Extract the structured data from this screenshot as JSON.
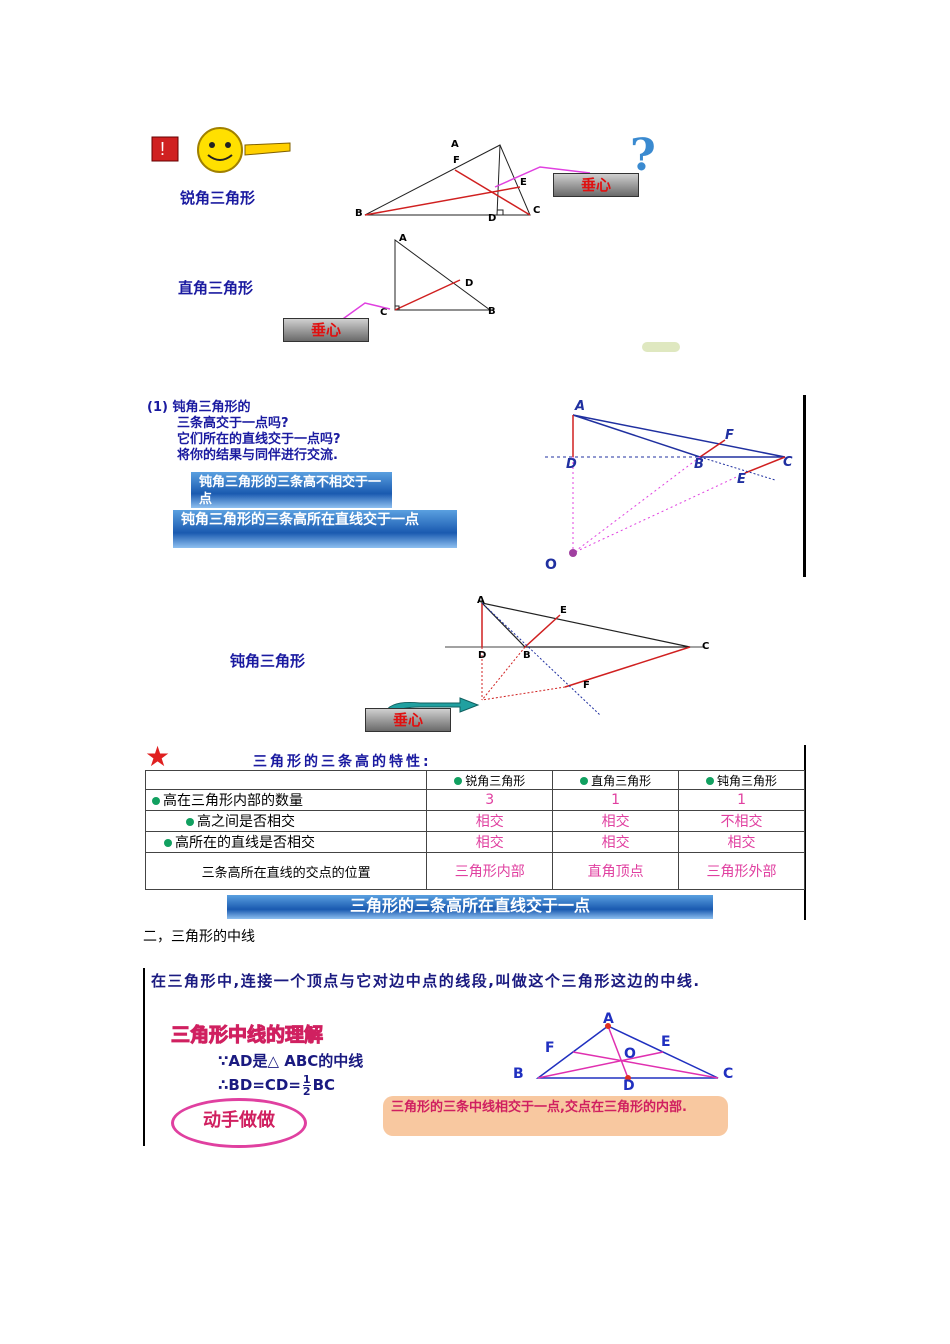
{
  "section1": {
    "acute_label": "锐角三角形",
    "right_label": "直角三角形",
    "orthocenter_label": "垂心",
    "acute_points": [
      "A",
      "F",
      "E",
      "B",
      "D",
      "C"
    ],
    "right_points": [
      "A",
      "D",
      "C",
      "B"
    ]
  },
  "section2": {
    "question_lines": [
      "(1) 钝角三角形的",
      "三条高交于一点吗?",
      "它们所在的直线交于一点吗?",
      "将你的结果与同伴进行交流."
    ],
    "answer1": "钝角三角形的三条高不相交于一点",
    "answer2": "钝角三角形的三条高所在直线交于一点",
    "points": [
      "A",
      "F",
      "D",
      "B",
      "C",
      "E",
      "O"
    ]
  },
  "section3": {
    "obtuse_label": "钝角三角形",
    "orthocenter_label": "垂心",
    "points": [
      "A",
      "E",
      "D",
      "B",
      "C",
      "F"
    ]
  },
  "table": {
    "title": "三角形的三条高的特性:",
    "headers": [
      "锐角三角形",
      "直角三角形",
      "钝角三角形"
    ],
    "rows": [
      {
        "label": "高在三角形内部的数量",
        "values": [
          "3",
          "1",
          "1"
        ]
      },
      {
        "label": "高之间是否相交",
        "values": [
          "相交",
          "相交",
          "不相交"
        ]
      },
      {
        "label": "高所在的直线是否相交",
        "values": [
          "相交",
          "相交",
          "相交"
        ]
      }
    ],
    "last_row_label": "三条高所在直线的交点的位置",
    "last_row_values": [
      "三角形内部",
      "直角顶点",
      "三角形外部"
    ],
    "banner": "三角形的三条高所在直线交于一点"
  },
  "heading2": "二，三角形的中线",
  "section4": {
    "definition": "在三角形中,连接一个顶点与它对边中点的线段,叫做这个三角形这边的中线.",
    "understanding_title": "三角形中线的理解",
    "line1": "∵AD是△ ABC的中线",
    "line2_prefix": "∴BD=CD=",
    "line2_suffix": "BC",
    "frac_num": "1",
    "frac_den": "2",
    "hands_on": "动手做做",
    "conclusion": "三角形的三条中线相交于一点,交点在三角形的内部.",
    "points": [
      "A",
      "F",
      "E",
      "O",
      "B",
      "D",
      "C"
    ]
  }
}
